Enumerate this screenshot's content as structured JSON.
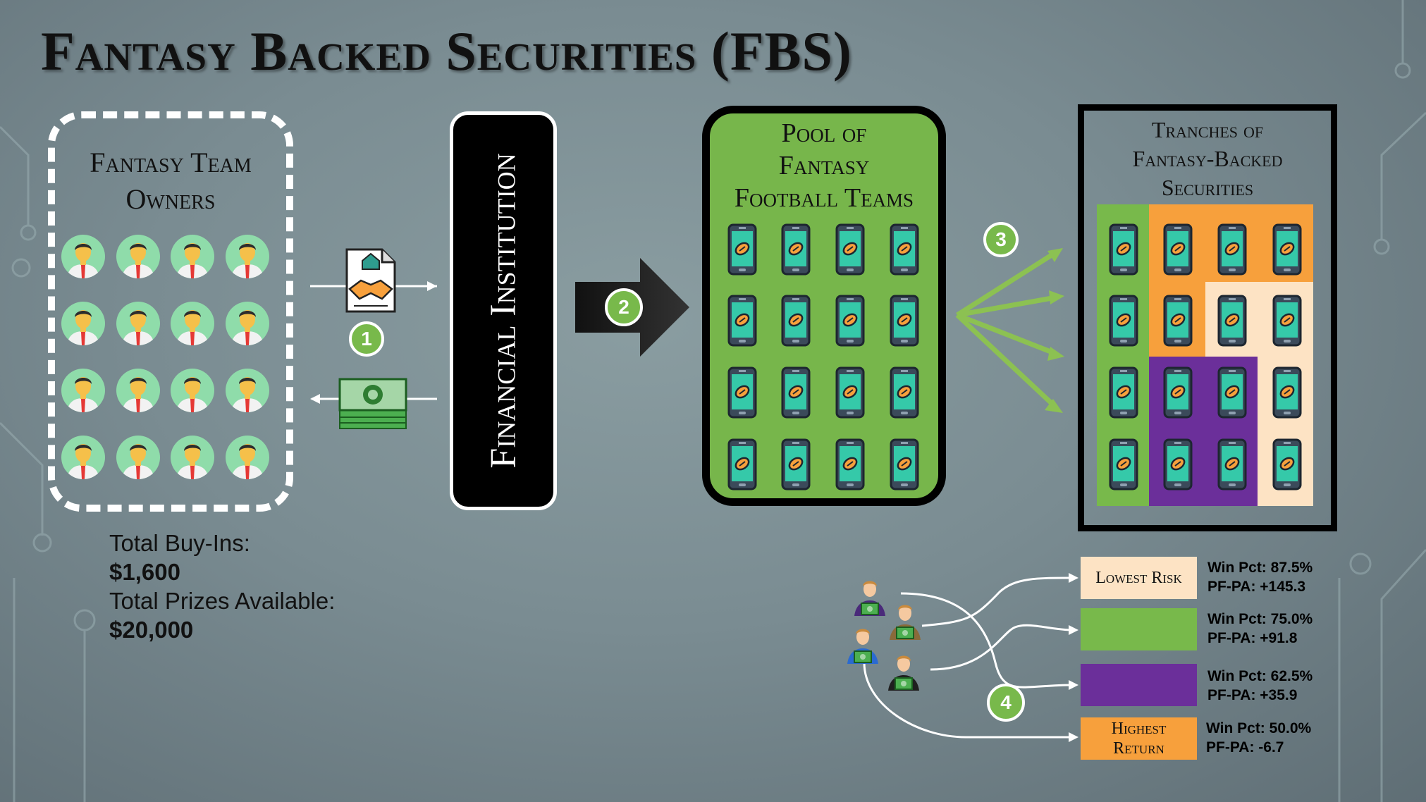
{
  "title": "Fantasy Backed Securities (FBS)",
  "owners": {
    "title_line1": "Fantasy Team",
    "title_line2": "Owners",
    "count": 16
  },
  "totals": {
    "buyins_label": "Total Buy-Ins:",
    "buyins_value": "$1,600",
    "prizes_label": "Total Prizes Available:",
    "prizes_value": "$20,000"
  },
  "institution": {
    "label": "Financial Institution"
  },
  "pool": {
    "line1": "Pool of",
    "line2": "Fantasy",
    "line3": "Football Teams"
  },
  "tranches": {
    "line1": "Tranches of",
    "line2": "Fantasy-Backed",
    "line3": "Securities"
  },
  "steps": [
    "1",
    "2",
    "3",
    "4"
  ],
  "tranche_list": [
    {
      "label": "Lowest Risk",
      "color": "#fde3c4",
      "win_pct": "Win Pct: 87.5%",
      "pf_pa": "PF-PA: +145.3"
    },
    {
      "label": "",
      "color": "#78b94b",
      "win_pct": "Win Pct: 75.0%",
      "pf_pa": "PF-PA: +91.8"
    },
    {
      "label": "",
      "color": "#6b2f9a",
      "win_pct": "Win Pct: 62.5%",
      "pf_pa": "PF-PA: +35.9"
    },
    {
      "label_line1": "Highest",
      "label_line2": "Return",
      "color": "#f7a03c",
      "win_pct": "Win Pct: 50.0%",
      "pf_pa": "PF-PA: -6.7"
    }
  ],
  "colors": {
    "green": "#78b94b",
    "orange": "#f7a03c",
    "cream": "#fde3c4",
    "purple": "#6b2f9a",
    "phone_screen": "#35c9a9"
  }
}
